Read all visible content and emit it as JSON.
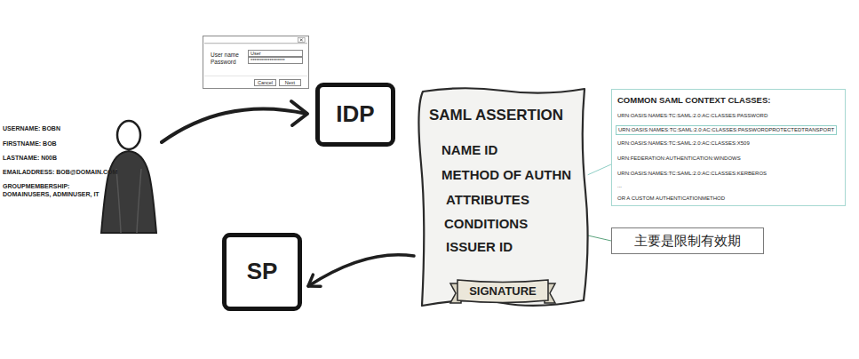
{
  "diagram": {
    "nodes": [
      {
        "text": [
          "User name",
          "Password",
          "User",
          "******************",
          "Cancel",
          "Next"
        ]
      },
      {
        "text": [
          "IDP"
        ]
      },
      {
        "text": [
          "SAML ASSERTION",
          "NAME ID",
          "METHOD OF AUTHN",
          "ATTRIBUTES",
          "CONDITIONS",
          "ISSUER ID"
        ]
      },
      {
        "text": [
          "SIGNATURE"
        ],
        "in": 2
      },
      {
        "text": [
          "COMMON SAML CONTEXT CLASSES:",
          "URN:OASIS:NAMES:TC:SAML:2.0:AC:CLASSES:PASSWORD",
          "URN:OASIS:NAMES:TC:SAML:2.0:AC:CLASSES:PASSWORDPROTECTEDTRANSPORT",
          "URN:OASIS:NAMES:TC:SAML:2.0:AC:CLASSES:X509",
          "URN:FEDERATION:AUTHENTICATION:WINDOWS",
          "URN:OASIS:NAMES:TC:SAML:2.0:AC:CLASSES:KERBEROS",
          "...",
          "OR A CUSTOM AUTHENTICATIONMETHOD"
        ]
      },
      {
        "text": [
          "主要是限制有效期"
        ]
      },
      {
        "text": [
          "SP"
        ]
      }
    ],
    "edges": [
      {
        "from": 2,
        "to": 6,
        "arrow": "to"
      },
      {
        "from": 2,
        "to": 4,
        "arrow": "none"
      },
      {
        "from": 5,
        "to": 2,
        "arrow": "to"
      }
    ],
    "labels": [
      "USERNAME: BOBN",
      "FIRSTNAME: BOB",
      "LASTNAME: N00B",
      "EMAILADDRESS: BOB@DOMAIN.COM",
      "GROUPMEMBERSHIP: DOMAINUSERS, ADMINUSER, IT"
    ]
  }
}
